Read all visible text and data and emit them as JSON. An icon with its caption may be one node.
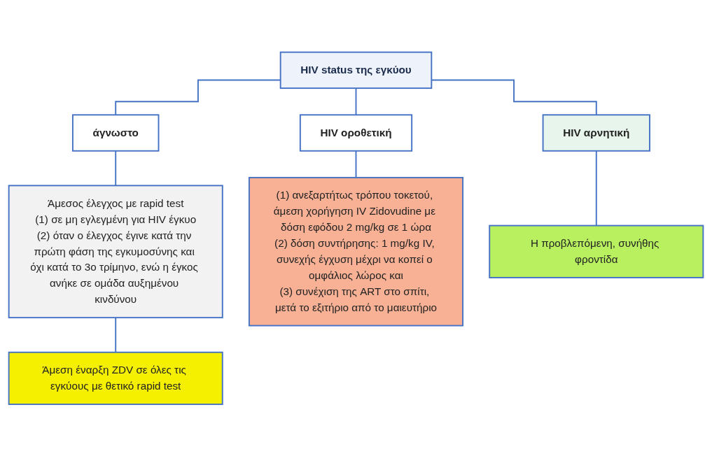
{
  "diagram": {
    "nodes": [
      {
        "text": [
          "HIV status της εγκύου"
        ]
      },
      {
        "text": [
          "άγνωστο"
        ]
      },
      {
        "text": [
          "HIV οροθετική"
        ]
      },
      {
        "text": [
          "HIV αρνητική"
        ]
      },
      {
        "text": [
          "Άμεσος έλεγχος με rapid test",
          "(1) σε μη εγλεγμένη για HIV έγκυο",
          "(2) όταν ο έλεγχος έγινε κατά την πρώτη φάση της εγκυμοσύνης και όχι κατά το 3ο τρίμηνο, ενώ η έγκος ανήκε σε ομάδα αυξημένου κινδύνου"
        ]
      },
      {
        "text": [
          "Άμεση έναρξη ZDV σε όλες τις εγκύους με θετικό rapid test"
        ]
      },
      {
        "text": [
          "(1) ανεξαρτήτως τρόπου τοκετού, άμεση χορήγηση IV Zidovudine με δόση εφόδου 2 mg/kg σε 1 ώρα",
          "(2) δόση συντήρησης: 1 mg/kg IV, συνεχής έγχυση μέχρι να κοπεί ο ομφάλιος λώρος και",
          "(3) συνέχιση της ART στο σπίτι, μετά το εξιτήριο από το μαιευτήριο"
        ]
      },
      {
        "text": [
          "Η προβλεπόμενη, συνήθης φροντίδα"
        ]
      }
    ],
    "edges": [
      {
        "from": 0,
        "to": 1,
        "arrow": "none"
      },
      {
        "from": 0,
        "to": 2,
        "arrow": "none"
      },
      {
        "from": 0,
        "to": 3,
        "arrow": "none"
      },
      {
        "from": 1,
        "to": 4,
        "arrow": "none"
      },
      {
        "from": 4,
        "to": 5,
        "arrow": "none"
      },
      {
        "from": 2,
        "to": 6,
        "arrow": "none"
      },
      {
        "from": 3,
        "to": 7,
        "arrow": "none"
      }
    ]
  }
}
